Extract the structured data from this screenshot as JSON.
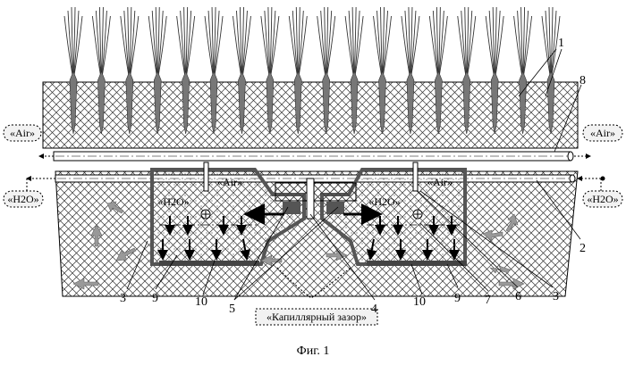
{
  "labels": {
    "air": "«Air»",
    "h2o": "«H2O»",
    "capillary_gap": "«Капиллярный зазор»",
    "caption": "Фиг. 1"
  },
  "callouts": {
    "n1": "1",
    "n2": "2",
    "n3a": "3",
    "n3b": "3",
    "n4": "4",
    "n5": "5",
    "n6": "6",
    "n7": "7",
    "n8": "8",
    "n9a": "9",
    "n9b": "9",
    "n10a": "10",
    "n10b": "10"
  },
  "plant_count": 18
}
